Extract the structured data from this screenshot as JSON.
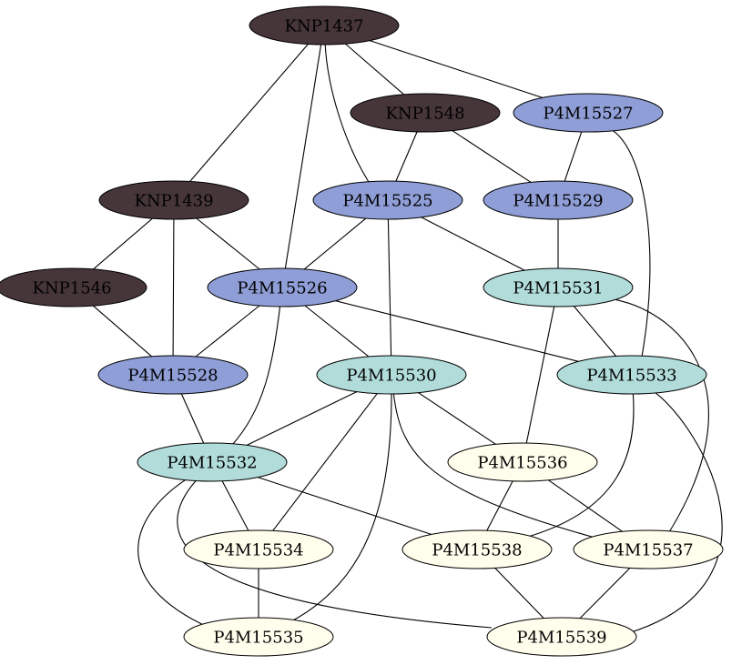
{
  "graph": {
    "colors": {
      "dark": "#463539",
      "blue": "#8f9ed7",
      "teal": "#b1dcda",
      "cream": "#fffdec",
      "edge": "#000000",
      "label_on_dark": "#000000",
      "label_on_light": "#000000"
    },
    "nodes": [
      {
        "id": "KNP1437",
        "label": "KNP1437",
        "group": "dark"
      },
      {
        "id": "KNP1548",
        "label": "KNP1548",
        "group": "dark"
      },
      {
        "id": "P4M15527",
        "label": "P4M15527",
        "group": "blue"
      },
      {
        "id": "KNP1439",
        "label": "KNP1439",
        "group": "dark"
      },
      {
        "id": "P4M15525",
        "label": "P4M15525",
        "group": "blue"
      },
      {
        "id": "P4M15529",
        "label": "P4M15529",
        "group": "blue"
      },
      {
        "id": "KNP1546",
        "label": "KNP1546",
        "group": "dark"
      },
      {
        "id": "P4M15526",
        "label": "P4M15526",
        "group": "blue"
      },
      {
        "id": "P4M15531",
        "label": "P4M15531",
        "group": "teal"
      },
      {
        "id": "P4M15528",
        "label": "P4M15528",
        "group": "blue"
      },
      {
        "id": "P4M15530",
        "label": "P4M15530",
        "group": "teal"
      },
      {
        "id": "P4M15533",
        "label": "P4M15533",
        "group": "teal"
      },
      {
        "id": "P4M15532",
        "label": "P4M15532",
        "group": "teal"
      },
      {
        "id": "P4M15536",
        "label": "P4M15536",
        "group": "cream"
      },
      {
        "id": "P4M15534",
        "label": "P4M15534",
        "group": "cream"
      },
      {
        "id": "P4M15538",
        "label": "P4M15538",
        "group": "cream"
      },
      {
        "id": "P4M15537",
        "label": "P4M15537",
        "group": "cream"
      },
      {
        "id": "P4M15535",
        "label": "P4M15535",
        "group": "cream"
      },
      {
        "id": "P4M15539",
        "label": "P4M15539",
        "group": "cream"
      }
    ],
    "edges": [
      [
        "KNP1437",
        "KNP1548"
      ],
      [
        "KNP1437",
        "P4M15527"
      ],
      [
        "KNP1437",
        "KNP1439"
      ],
      [
        "KNP1437",
        "P4M15525"
      ],
      [
        "KNP1437",
        "P4M15526"
      ],
      [
        "KNP1548",
        "P4M15525"
      ],
      [
        "KNP1548",
        "P4M15529"
      ],
      [
        "P4M15527",
        "P4M15529"
      ],
      [
        "P4M15527",
        "P4M15533"
      ],
      [
        "KNP1439",
        "KNP1546"
      ],
      [
        "KNP1439",
        "P4M15526"
      ],
      [
        "KNP1439",
        "P4M15528"
      ],
      [
        "P4M15525",
        "P4M15526"
      ],
      [
        "P4M15525",
        "P4M15531"
      ],
      [
        "P4M15525",
        "P4M15530"
      ],
      [
        "P4M15529",
        "P4M15531"
      ],
      [
        "KNP1546",
        "P4M15528"
      ],
      [
        "P4M15526",
        "P4M15528"
      ],
      [
        "P4M15526",
        "P4M15530"
      ],
      [
        "P4M15526",
        "P4M15533"
      ],
      [
        "P4M15526",
        "P4M15532"
      ],
      [
        "P4M15531",
        "P4M15533"
      ],
      [
        "P4M15531",
        "P4M15536"
      ],
      [
        "P4M15531",
        "P4M15537"
      ],
      [
        "P4M15528",
        "P4M15532"
      ],
      [
        "P4M15530",
        "P4M15532"
      ],
      [
        "P4M15530",
        "P4M15536"
      ],
      [
        "P4M15530",
        "P4M15534"
      ],
      [
        "P4M15530",
        "P4M15537"
      ],
      [
        "P4M15530",
        "P4M15535"
      ],
      [
        "P4M15533",
        "P4M15538"
      ],
      [
        "P4M15533",
        "P4M15539"
      ],
      [
        "P4M15532",
        "P4M15534"
      ],
      [
        "P4M15532",
        "P4M15538"
      ],
      [
        "P4M15532",
        "P4M15535"
      ],
      [
        "P4M15532",
        "P4M15539"
      ],
      [
        "P4M15536",
        "P4M15538"
      ],
      [
        "P4M15536",
        "P4M15537"
      ],
      [
        "P4M15534",
        "P4M15535"
      ],
      [
        "P4M15538",
        "P4M15539"
      ],
      [
        "P4M15537",
        "P4M15539"
      ]
    ]
  }
}
